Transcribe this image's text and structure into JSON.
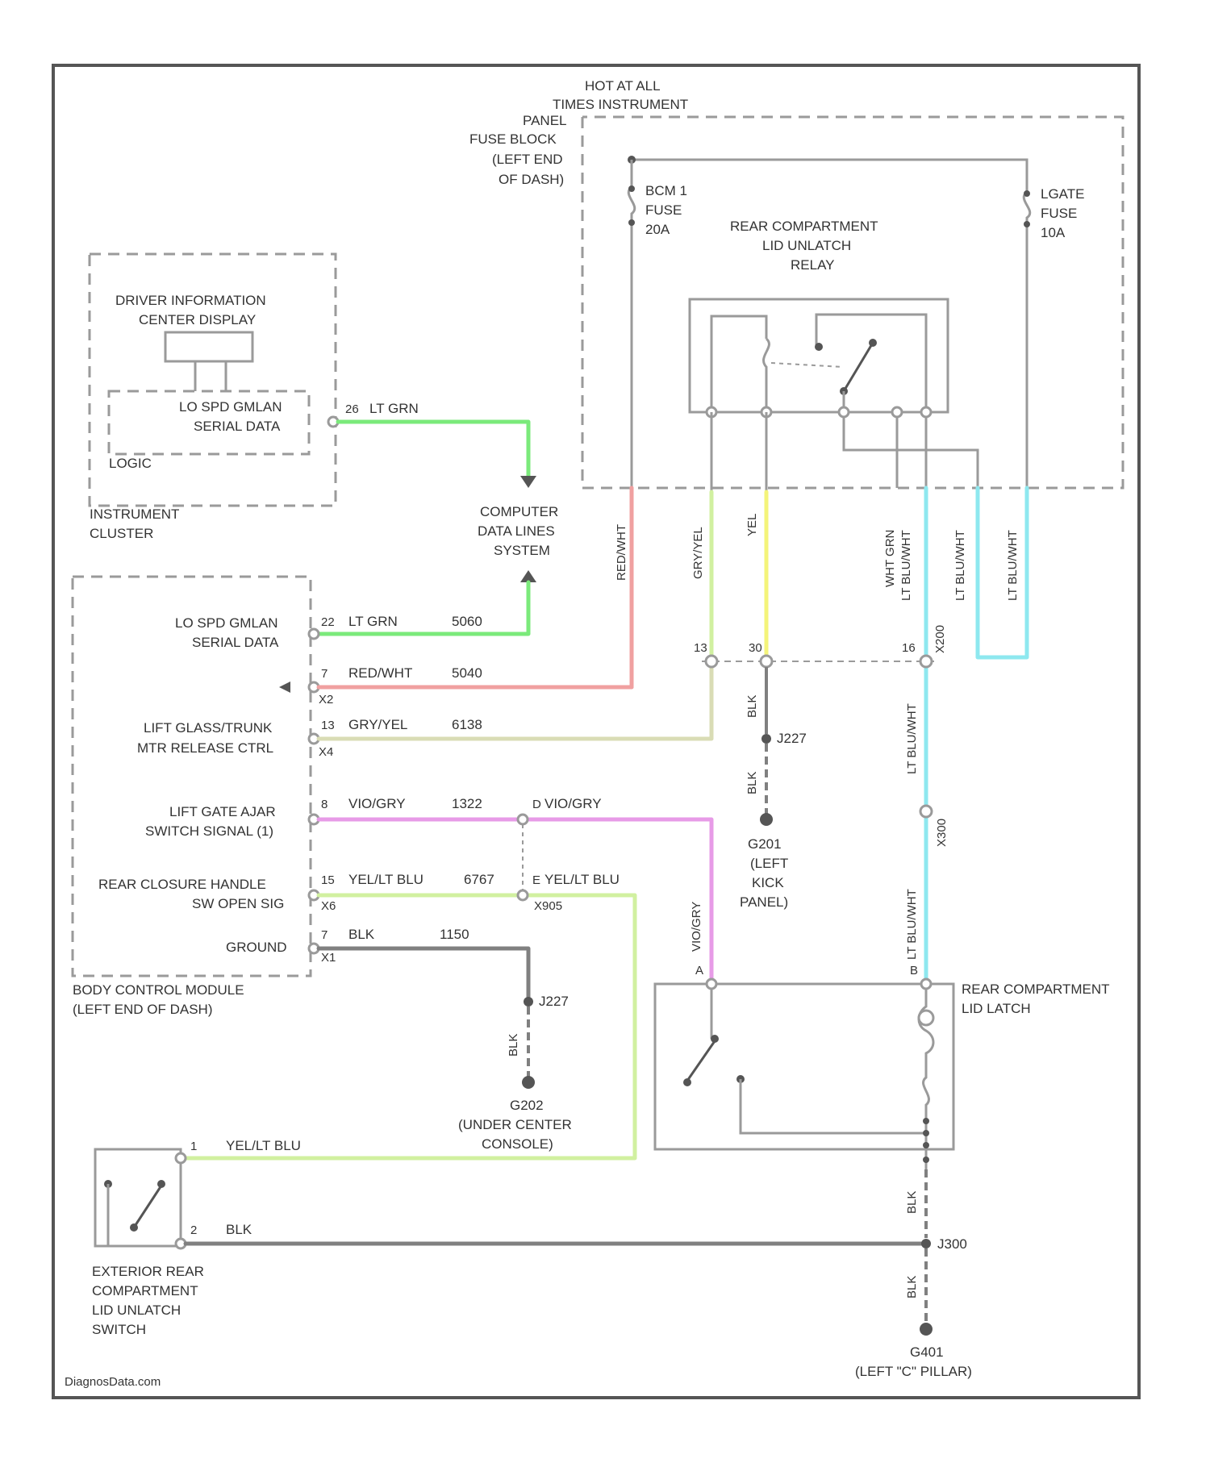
{
  "colors": {
    "lt_grn": "#7bea7b",
    "red_wht": "#f0a0a0",
    "gry_yel": "#d9dcb5",
    "violet": "#e79be7",
    "yel_lt_blu": "#d1f0a0",
    "blk": "#808080",
    "yel": "#f4f47a",
    "lt_blu": "#8ee8ef",
    "outline": "#9a9a9a"
  },
  "labels": {
    "hot": "HOT AT ALL",
    "times": "TIMES INSTRUMENT",
    "panel": "PANEL",
    "fuse_block": "FUSE BLOCK",
    "left_end": "(LEFT END",
    "of_dash": "OF DASH)",
    "bcm_fuse1": "BCM 1",
    "bcm_fuse2": "FUSE",
    "bcm_fuse3": "20A",
    "lgate_fuse1": "LGATE",
    "lgate_fuse2": "FUSE",
    "lgate_fuse3": "10A",
    "relay1": "REAR COMPARTMENT",
    "relay2": "LID UNLATCH",
    "relay3": "RELAY",
    "dic1": "DRIVER INFORMATION",
    "dic2": "CENTER DISPLAY",
    "ic_lo1": "LO SPD GMLAN",
    "ic_lo2": "SERIAL DATA",
    "logic": "LOGIC",
    "ic1": "INSTRUMENT",
    "ic2": "CLUSTER",
    "ic_pin": "26",
    "ic_wire": "LT GRN",
    "cdl1": "COMPUTER",
    "cdl2": "DATA LINES",
    "cdl3": "SYSTEM",
    "bcm_lo1": "LO SPD GMLAN",
    "bcm_lo2": "SERIAL DATA",
    "bcm_lo_pin": "22",
    "bcm_lo_wire": "LT GRN",
    "bcm_lo_circ": "5060",
    "bcm_rw_pin": "7",
    "bcm_rw_wire": "RED/WHT",
    "bcm_rw_circ": "5040",
    "bcm_rw_conn": "X2",
    "lift1": "LIFT GLASS/TRUNK",
    "lift2": "MTR RELEASE CTRL",
    "lift_pin": "13",
    "lift_wire": "GRY/YEL",
    "lift_circ": "6138",
    "lift_conn": "X4",
    "ajar1": "LIFT GATE AJAR",
    "ajar2": "SWITCH SIGNAL (1)",
    "ajar_pin": "8",
    "ajar_wire": "VIO/GRY",
    "ajar_circ": "1322",
    "ajar_pin2": "D",
    "ajar_wire2": "VIO/GRY",
    "handle1": "REAR CLOSURE HANDLE",
    "handle2": "SW OPEN SIG",
    "handle_pin": "15",
    "handle_wire": "YEL/LT BLU",
    "handle_circ": "6767",
    "handle_conn": "X6",
    "handle_pin2": "E",
    "handle_wire2": "YEL/LT BLU",
    "handle_conn2": "X905",
    "gnd_label": "GROUND",
    "gnd_pin": "7",
    "gnd_wire": "BLK",
    "gnd_circ": "1150",
    "gnd_conn": "X1",
    "bcm1": "BODY CONTROL MODULE",
    "bcm2": "(LEFT END OF DASH)",
    "j227": "J227",
    "j227_b": "J227",
    "g202_1": "G202",
    "g202_2": "(UNDER CENTER",
    "g202_3": "CONSOLE)",
    "g201_1": "G201",
    "g201_2": "(LEFT",
    "g201_3": "KICK",
    "g201_4": "PANEL)",
    "v_redwht": "RED/WHT",
    "v_gryyel": "GRY/YEL",
    "v_yel": "YEL",
    "v_wht_grn": "WHT GRN",
    "v_lt_blu_1": "LT BLU/WHT",
    "v_lt_blu_2": "LT BLU/WHT",
    "v_lt_blu_3": "LT BLU/WHT",
    "v_blk": "BLK",
    "v_blk2": "BLK",
    "v_blk3": "BLK",
    "v_blk4": "BLK",
    "v_blk5": "BLK",
    "v_ltblu_low": "LT BLU/WHT",
    "v_ltblu_low2": "LT BLU/WHT",
    "v_vio_gry": "VIO/GRY",
    "pin_13": "13",
    "pin_30": "30",
    "pin_16": "16",
    "conn_x200": "X200",
    "conn_x300": "X300",
    "latch_pin_a": "A",
    "latch_pin_b": "B",
    "rcl1": "REAR COMPARTMENT",
    "rcl2": "LID LATCH",
    "sw_pin1": "1",
    "sw_wire1": "YEL/LT BLU",
    "sw_pin2": "2",
    "sw_wire2": "BLK",
    "j300": "J300",
    "sw1": "EXTERIOR REAR",
    "sw2": "COMPARTMENT",
    "sw3": "LID UNLATCH",
    "sw4": "SWITCH",
    "g401_1": "G401",
    "g401_2": "(LEFT \"C\" PILLAR)",
    "watermark": "DiagnosData.com"
  }
}
